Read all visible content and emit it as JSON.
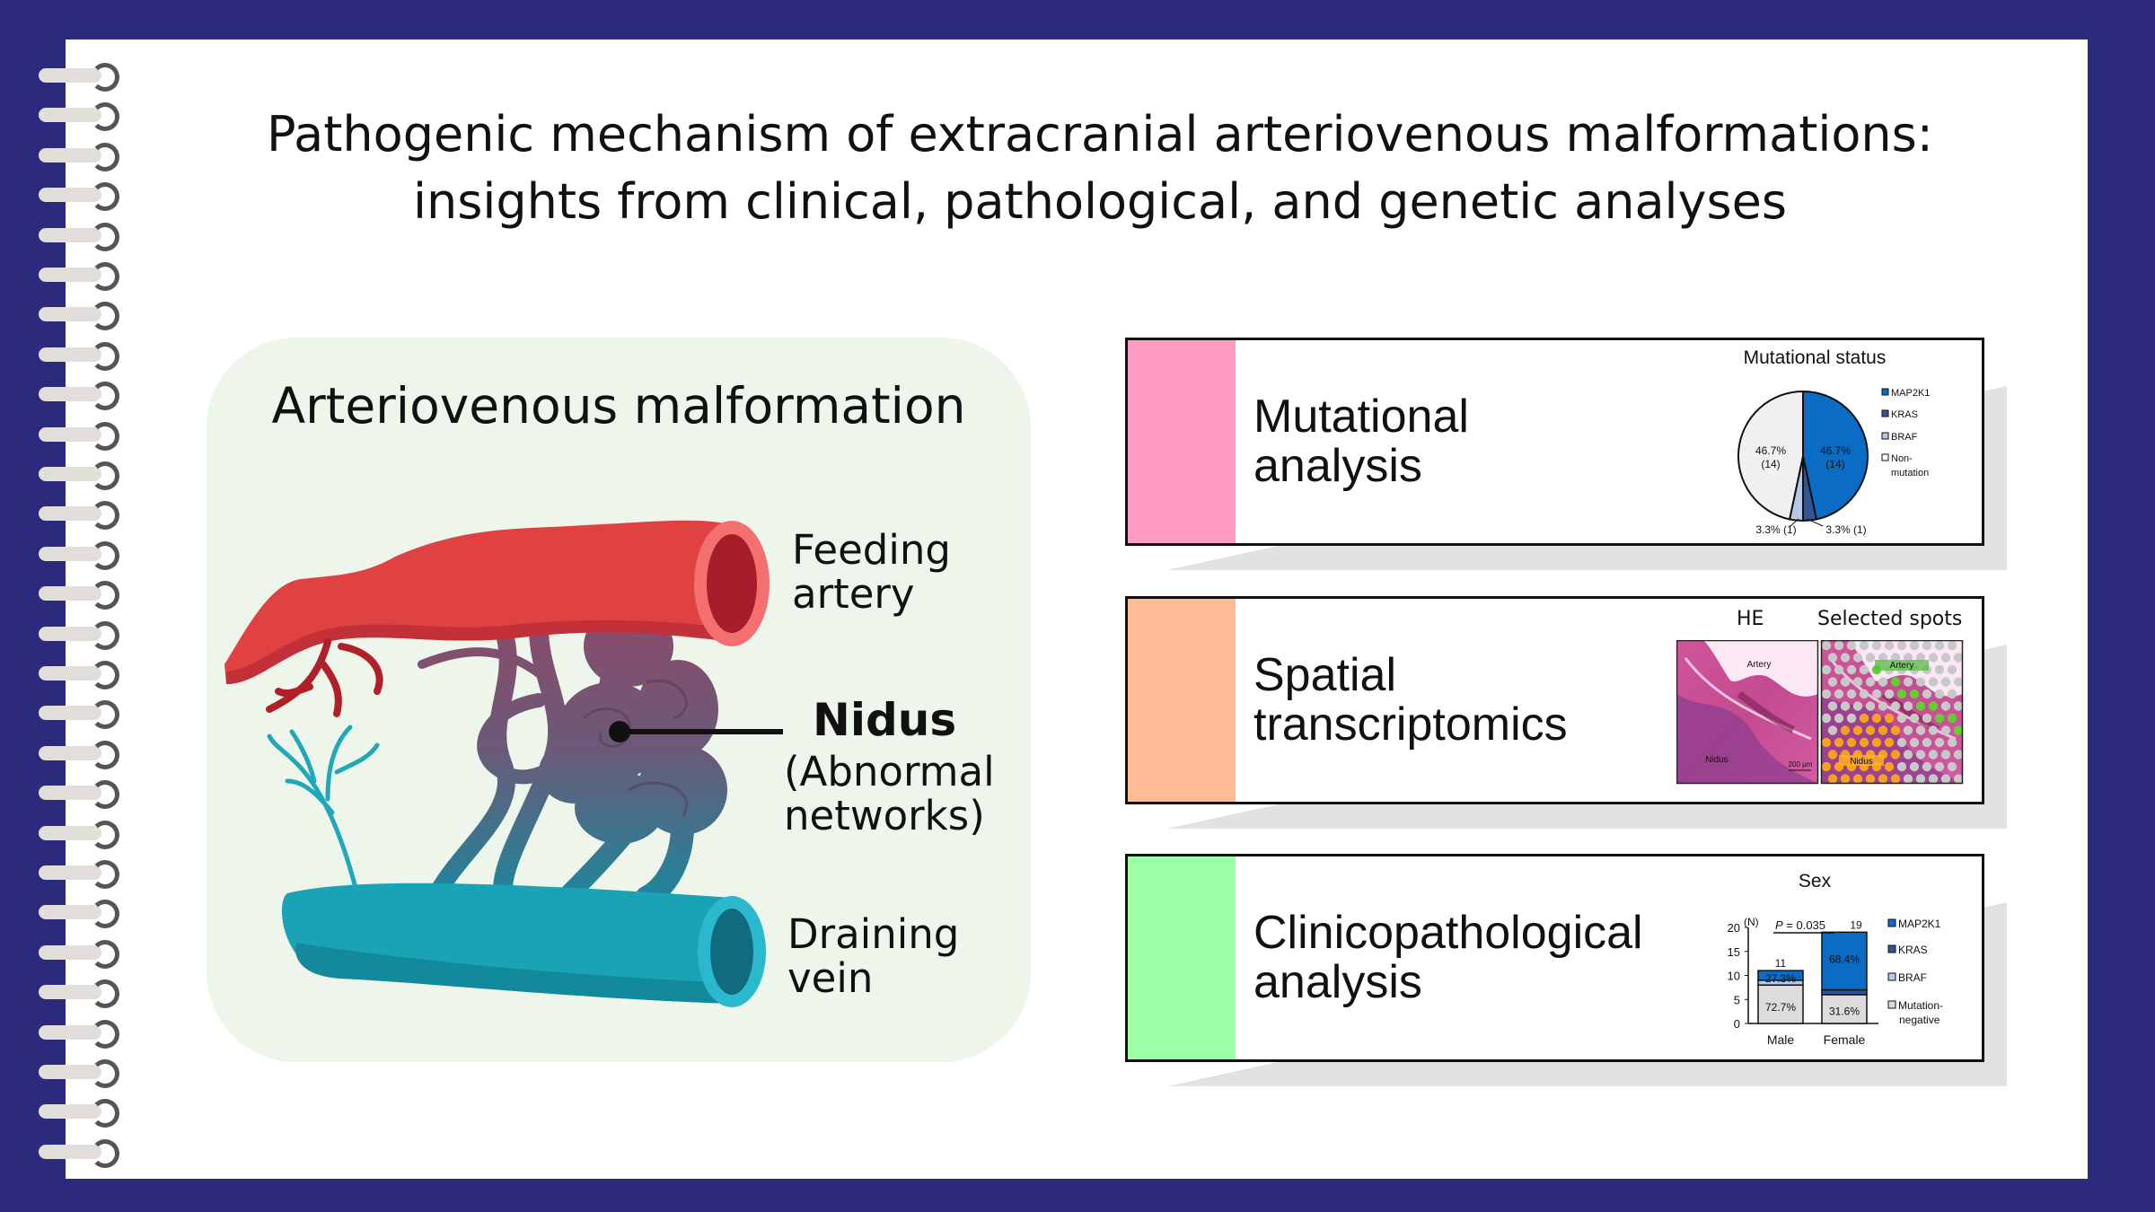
{
  "colors": {
    "frame": "#2c2a7c",
    "panel": "#eef5ea",
    "mutational": "#ff9ac2",
    "spatial": "#ffbc94",
    "clinico": "#9dffa5",
    "map2k1": "#0a6cc4",
    "kras": "#2f5596",
    "braf": "#b4c8e8",
    "nonmut": "#f0f0f0"
  },
  "title": {
    "line1": "Pathogenic mechanism of extracranial arteriovenous malformations:",
    "line2": "insights from clinical, pathological, and genetic analyses"
  },
  "illustration": {
    "title": "Arteriovenous malformation",
    "feeding1": "Feeding",
    "feeding2": "artery",
    "nidus": "Nidus",
    "abnormal1": "(Abnormal",
    "abnormal2": "networks)",
    "draining1": "Draining",
    "draining2": "vein"
  },
  "cards": [
    {
      "line1": "Mutational",
      "line2": "analysis"
    },
    {
      "line1": "Spatial",
      "line2": "transcriptomics"
    },
    {
      "line1": "Clinicopathological",
      "line2": "analysis"
    }
  ],
  "spatial": {
    "he_title": "HE",
    "spots_title": "Selected spots",
    "artery": "Artery",
    "nidus": "Nidus",
    "scale": "200 μm"
  },
  "chart_data": [
    {
      "type": "pie",
      "title": "Mutational status",
      "slices": [
        {
          "name": "MAP2K1",
          "value": 14,
          "pct": "46.7%",
          "label1": "46.7%",
          "label2": "(14)"
        },
        {
          "name": "KRAS",
          "value": 1,
          "pct": "3.3%",
          "label1": "3.3% (1)"
        },
        {
          "name": "BRAF",
          "value": 1,
          "pct": "3.3%",
          "label1": "3.3% (1)"
        },
        {
          "name": "Non-mutation",
          "value": 14,
          "pct": "46.7%",
          "label1": "46.7%",
          "label2": "(14)"
        }
      ],
      "legend": [
        "MAP2K1",
        "KRAS",
        "BRAF",
        "Non-",
        "mutation"
      ],
      "legend_placement": "right"
    },
    {
      "type": "bar",
      "stacked": true,
      "title": "Sex",
      "ylabel": "(N)",
      "ylim": [
        0,
        20
      ],
      "yticks": [
        "0",
        "5",
        "10",
        "15",
        "20"
      ],
      "categories": [
        "Male",
        "Female"
      ],
      "totals": [
        "11",
        "19"
      ],
      "series": [
        {
          "name": "Mutation-negative",
          "values": [
            8,
            6
          ]
        },
        {
          "name": "BRAF",
          "values": [
            1,
            0
          ]
        },
        {
          "name": "KRAS",
          "values": [
            0,
            1
          ]
        },
        {
          "name": "MAP2K1",
          "values": [
            2,
            12
          ]
        }
      ],
      "bar_labels": {
        "male_mut": "27.3%",
        "male_neg": "72.7%",
        "female_mut": "68.4%",
        "female_neg": "31.6%"
      },
      "pvalue_p": "P",
      "pvalue_rest": " = 0.035",
      "legend": [
        "MAP2K1",
        "KRAS",
        "BRAF",
        "Mutation-",
        "negative"
      ],
      "legend_placement": "right"
    }
  ]
}
